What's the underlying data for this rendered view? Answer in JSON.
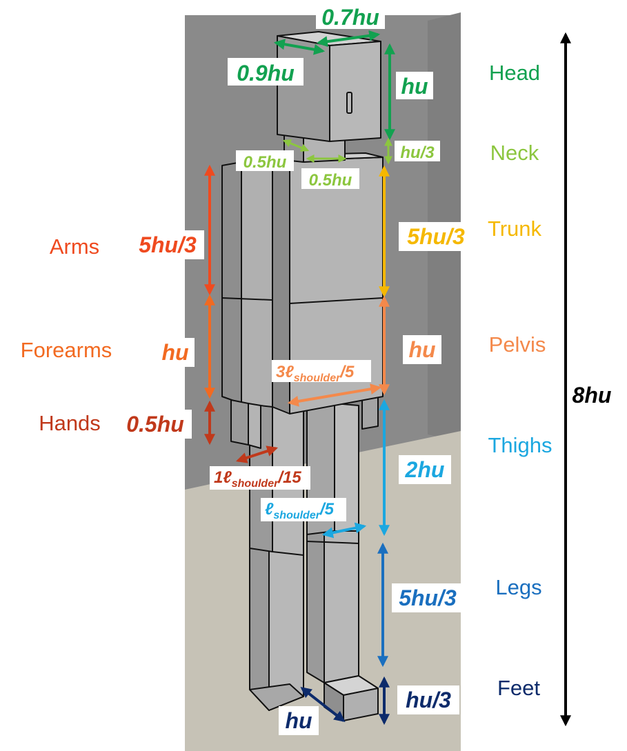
{
  "colors": {
    "head": "#12a150",
    "neck": "#8cc63f",
    "trunk": "#f5b800",
    "pelvis": "#f4894b",
    "arms": "#ef4a1f",
    "forearms": "#f26a21",
    "hands": "#c0391b",
    "thighs": "#1ba7e0",
    "legs": "#1a6fbf",
    "feet": "#0d2b6b",
    "total": "#000000"
  },
  "parts": {
    "head": "Head",
    "neck": "Neck",
    "trunk": "Trunk",
    "pelvis": "Pelvis",
    "arms": "Arms",
    "forearms": "Forearms",
    "hands": "Hands",
    "thighs": "Thighs",
    "legs": "Legs",
    "feet": "Feet"
  },
  "dims": {
    "head_depth": "0.7hu",
    "head_width": "0.9hu",
    "head_height": "hu",
    "neck_height": "hu/3",
    "neck_width_a": "0.5hu",
    "neck_width_b": "0.5hu",
    "trunk_height": "5hu/3",
    "arms_length": "5hu/3",
    "pelvis_height": "hu",
    "forearms_length": "hu",
    "hands_length": "0.5hu",
    "thighs_length": "2hu",
    "legs_length": "5hu/3",
    "feet_height": "hu/3",
    "feet_length": "hu",
    "total_height": "8hu"
  },
  "shoulder_dims": {
    "pelvis_width": {
      "prefix": "3",
      "script_l": "ℓ",
      "sub": "shoulder",
      "suffix": "/5"
    },
    "hand_width": {
      "prefix": "1",
      "script_l": "ℓ",
      "sub": "shoulder",
      "suffix": "/15"
    },
    "thigh_width": {
      "prefix": "",
      "script_l": "ℓ",
      "sub": "shoulder",
      "suffix": "/5"
    }
  }
}
